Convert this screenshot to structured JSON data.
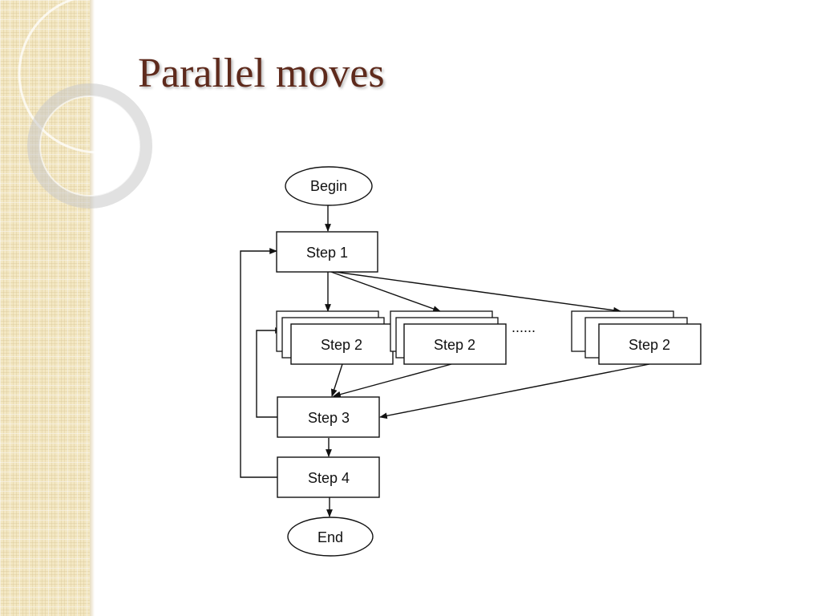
{
  "slide": {
    "title": "Parallel moves"
  },
  "diagram": {
    "begin": "Begin",
    "step1": "Step 1",
    "step2_a": "Step 2",
    "step2_b": "Step 2",
    "step2_c": "Step 2",
    "ellipsis": "......",
    "step3": "Step 3",
    "step4": "Step 4",
    "end": "End"
  },
  "colors": {
    "title": "#5e2a1c",
    "sidebar": "#f3e7c2",
    "line": "#111111"
  }
}
